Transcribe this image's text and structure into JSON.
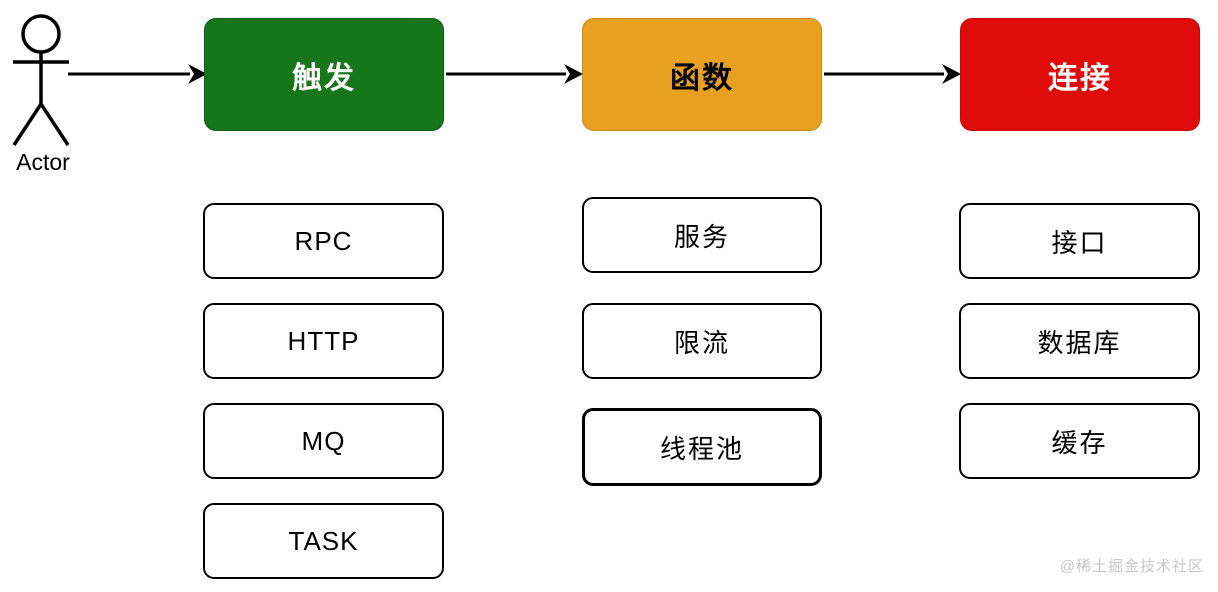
{
  "diagram": {
    "actor": {
      "label": "Actor",
      "icon": "stick-figure-icon"
    },
    "stages": [
      {
        "label": "触发",
        "color": "#17761a",
        "text_color": "#ffffff"
      },
      {
        "label": "函数",
        "color": "#e8a020",
        "text_color": "#000000"
      },
      {
        "label": "连接",
        "color": "#e00b0b",
        "text_color": "#ffffff"
      }
    ],
    "arrows": [
      {
        "from": "Actor",
        "to": "触发",
        "icon": "arrow-right-icon"
      },
      {
        "from": "触发",
        "to": "函数",
        "icon": "arrow-right-icon"
      },
      {
        "from": "函数",
        "to": "连接",
        "icon": "arrow-right-icon"
      }
    ],
    "columns": [
      {
        "stage": "触发",
        "items": [
          "RPC",
          "HTTP",
          "MQ",
          "TASK"
        ]
      },
      {
        "stage": "函数",
        "items": [
          "服务",
          "限流",
          "线程池"
        ]
      },
      {
        "stage": "连接",
        "items": [
          "接口",
          "数据库",
          "缓存"
        ]
      }
    ],
    "watermark": "@稀土掘金技术社区"
  }
}
